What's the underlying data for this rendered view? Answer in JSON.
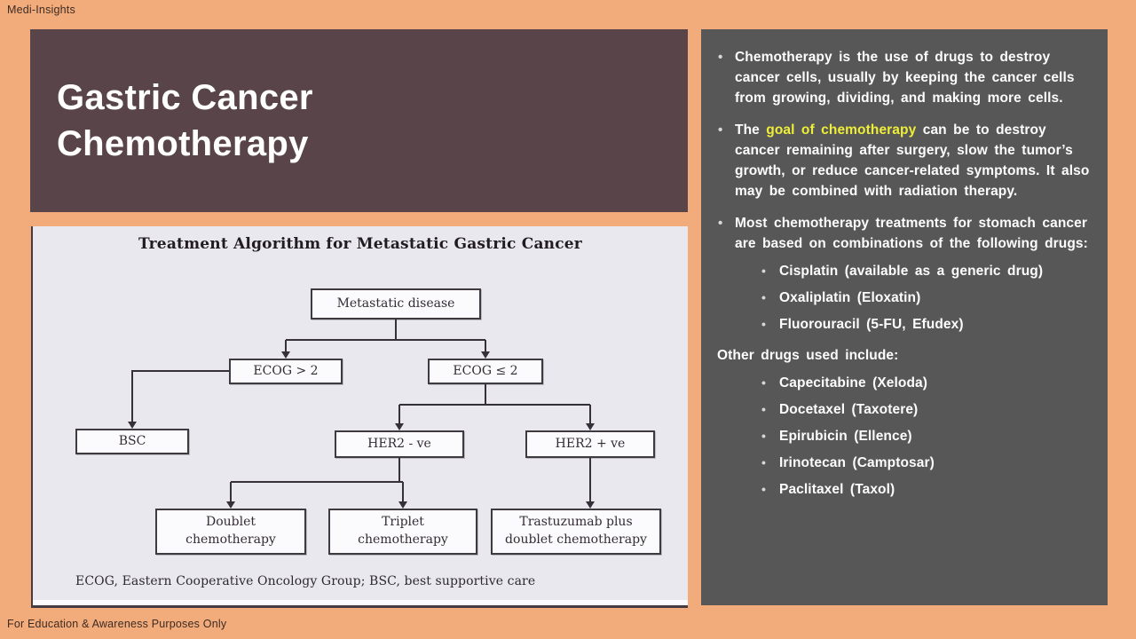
{
  "page": {
    "brand": "Medi-Insights",
    "footer": "For Education & Awareness Purposes Only"
  },
  "colors": {
    "background": "#f2ac7b",
    "title_panel": "#584449",
    "content_panel": "#575757",
    "diagram_bg": "#e9e8ee",
    "highlight_text": "#eeee3a",
    "text_light": "#ffffff"
  },
  "title": {
    "line1": "Gastric Cancer",
    "line2": "Chemotherapy"
  },
  "diagram": {
    "title": "Treatment Algorithm for Metastatic Gastric Cancer",
    "nodes": {
      "metastatic": "Metastatic disease",
      "ecog_gt2": "ECOG > 2",
      "ecog_le2": "ECOG ≤ 2",
      "bsc": "BSC",
      "her2_neg": "HER2 - ve",
      "her2_pos": "HER2 + ve",
      "doublet": "Doublet chemotherapy",
      "triplet": "Triplet chemotherapy",
      "trastuzumab": "Trastuzumab plus doublet chemotherapy"
    },
    "footnote": "ECOG, Eastern Cooperative Oncology Group; BSC, best supportive care"
  },
  "content": {
    "bullet1": "Chemotherapy is the use of drugs to destroy cancer cells, usually by keeping the cancer cells from growing, dividing, and making more cells.",
    "bullet2": {
      "prefix": "The ",
      "highlight": "goal of chemotherapy",
      "rest": " can be to destroy cancer remaining after surgery, slow the tumor’s growth, or reduce cancer-related symptoms. It also may be combined with radiation therapy."
    },
    "bullet3": "Most chemotherapy treatments for stomach cancer are based on combinations of the following drugs:",
    "combo_drugs": [
      "Cisplatin (available as a generic drug)",
      "Oxaliplatin (Eloxatin)",
      "Fluorouracil (5-FU, Efudex)"
    ],
    "other_heading": "Other drugs used include:",
    "other_drugs": [
      "Capecitabine (Xeloda)",
      "Docetaxel (Taxotere)",
      "Epirubicin (Ellence)",
      "Irinotecan (Camptosar)",
      "Paclitaxel (Taxol)"
    ]
  }
}
